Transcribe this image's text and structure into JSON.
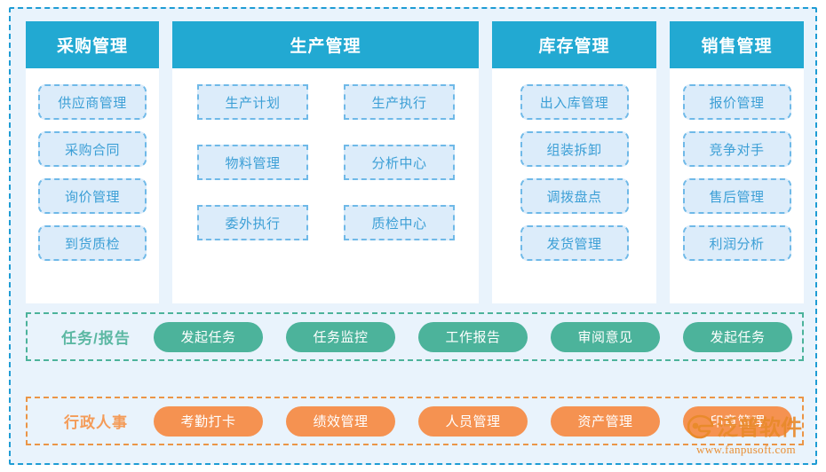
{
  "theme": {
    "page_bg": "#ffffff",
    "panel_bg": "#e9f3fc",
    "frame_border": "#1e9cd4",
    "header_blue": "#22a9d2",
    "item_fill": "#dcecfa",
    "item_border": "#6fb9e8",
    "item_text": "#3c9fd6",
    "green": "#4cb39b",
    "green_label": "#5cb8a3",
    "orange": "#f59251",
    "orange_label": "#f49b58",
    "logo_orange": "#e98a2b"
  },
  "cards": [
    {
      "title": "采购管理",
      "columns": 1,
      "items": [
        "供应商管理",
        "采购合同",
        "询价管理",
        "到货质检"
      ]
    },
    {
      "title": "生产管理",
      "columns": 2,
      "items": [
        "生产计划",
        "生产执行",
        "物料管理",
        "分析中心",
        "委外执行",
        "质检中心"
      ]
    },
    {
      "title": "库存管理",
      "columns": 1,
      "items": [
        "出入库管理",
        "组装拆卸",
        "调拨盘点",
        "发货管理"
      ]
    },
    {
      "title": "销售管理",
      "columns": 1,
      "items": [
        "报价管理",
        "竞争对手",
        "售后管理",
        "利润分析"
      ]
    }
  ],
  "bands": [
    {
      "label": "任务/报告",
      "color": "#4cb39b",
      "items": [
        "发起任务",
        "任务监控",
        "工作报告",
        "审阅意见",
        "发起任务"
      ]
    },
    {
      "label": "行政人事",
      "color": "#f59251",
      "items": [
        "考勤打卡",
        "绩效管理",
        "人员管理",
        "资产管理",
        "印章管理"
      ]
    }
  ],
  "logo": {
    "icon": "fanpu-logo-icon",
    "brand": "泛普软件",
    "url": "www.fanpusoft.com"
  }
}
